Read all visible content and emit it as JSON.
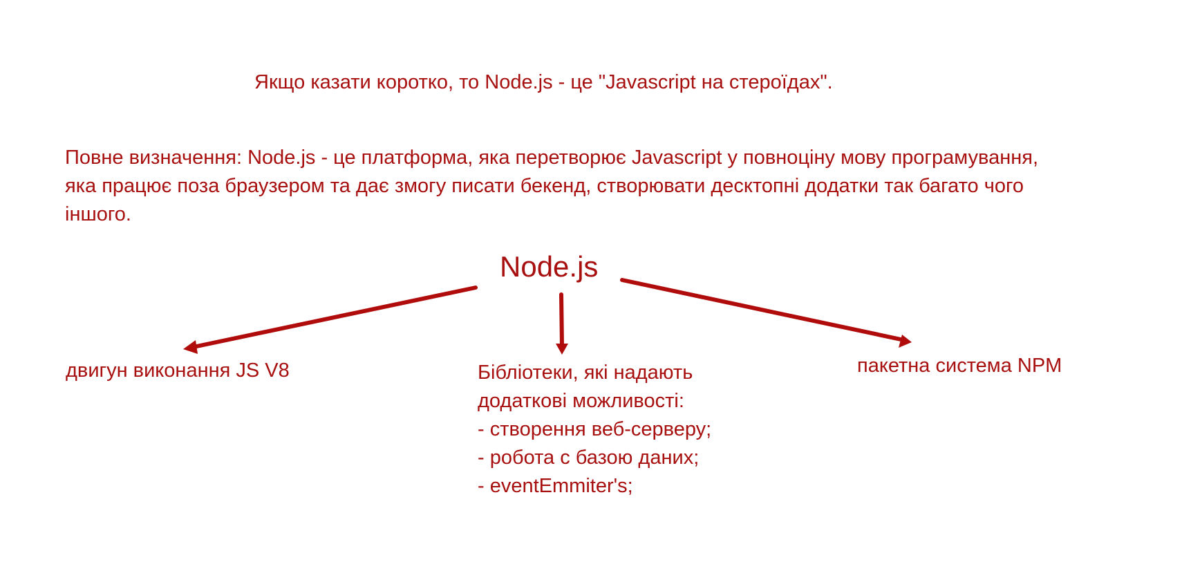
{
  "colors": {
    "text": "#a80f0f",
    "arrow": "#b00c0c",
    "background": "#ffffff"
  },
  "tagline": "Якщо казати коротко, то Node.js - це \"Javascript на стероїдах\".",
  "definition": {
    "lines": [
      "Повне визначення: Node.js - це платформа, яка перетворює Javascript у повноціну мову програмування,",
      "яка працює поза браузером та дає змогу писати бекенд, створювати десктопні додатки так багато чого",
      "іншого."
    ]
  },
  "diagram": {
    "center": "Node.js",
    "branches": {
      "left": "двигун виконання JS V8",
      "middle": {
        "lines": [
          "Бібліотеки, які надають",
          "додаткові можливості:",
          "- створення веб-серверу;",
          "- робота с базою даних;",
          "- eventEmmiter's;"
        ]
      },
      "right": "пакетна система NPM"
    }
  }
}
